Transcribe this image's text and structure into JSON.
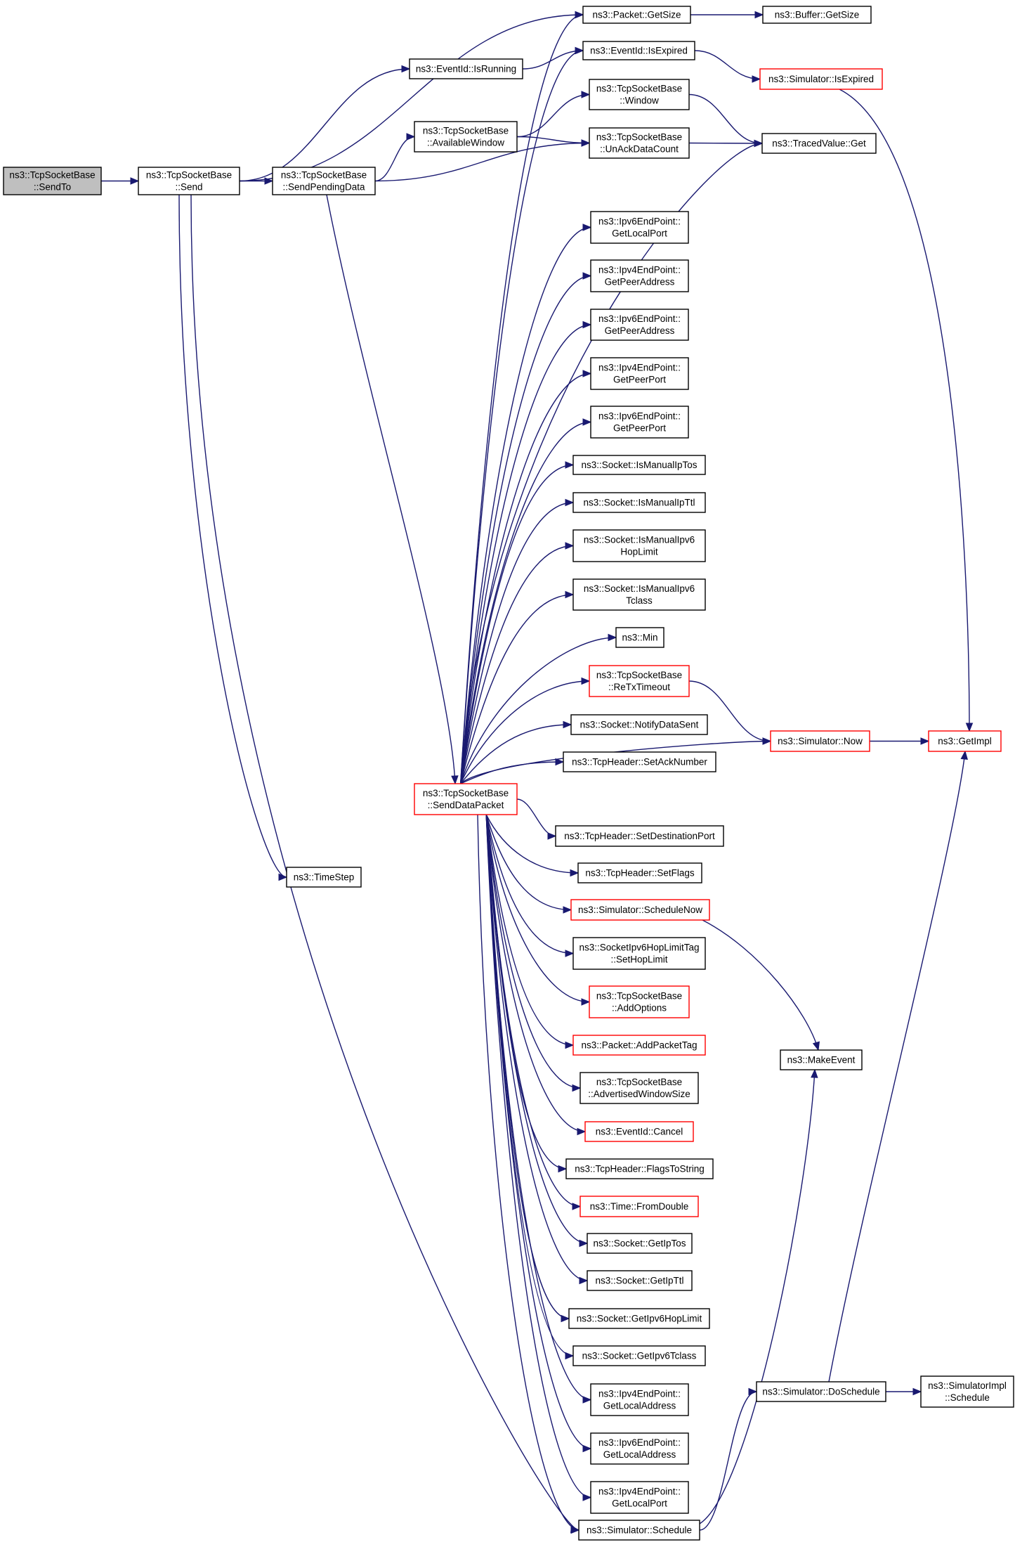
{
  "nodes": [
    {
      "id": "sendto",
      "lines": [
        "ns3::TcpSocketBase",
        "::SendTo"
      ],
      "style": "root"
    },
    {
      "id": "send",
      "lines": [
        "ns3::TcpSocketBase",
        "::Send"
      ],
      "style": "normal"
    },
    {
      "id": "sendpending",
      "lines": [
        "ns3::TcpSocketBase",
        "::SendPendingData"
      ],
      "style": "normal"
    },
    {
      "id": "getsize",
      "lines": [
        "ns3::Packet::GetSize"
      ],
      "style": "normal"
    },
    {
      "id": "buffergetsize",
      "lines": [
        "ns3::Buffer::GetSize"
      ],
      "style": "normal"
    },
    {
      "id": "isrunning",
      "lines": [
        "ns3::EventId::IsRunning"
      ],
      "style": "normal"
    },
    {
      "id": "isexpired",
      "lines": [
        "ns3::EventId::IsExpired"
      ],
      "style": "normal"
    },
    {
      "id": "simisexpired",
      "lines": [
        "ns3::Simulator::IsExpired"
      ],
      "style": "red"
    },
    {
      "id": "window",
      "lines": [
        "ns3::TcpSocketBase",
        "::Window"
      ],
      "style": "normal"
    },
    {
      "id": "availwin",
      "lines": [
        "ns3::TcpSocketBase",
        "::AvailableWindow"
      ],
      "style": "normal"
    },
    {
      "id": "unack",
      "lines": [
        "ns3::TcpSocketBase",
        "::UnAckDataCount"
      ],
      "style": "normal"
    },
    {
      "id": "tracedget",
      "lines": [
        "ns3::TracedValue::Get"
      ],
      "style": "normal"
    },
    {
      "id": "v6localport",
      "lines": [
        "ns3::Ipv6EndPoint::",
        "GetLocalPort"
      ],
      "style": "normal"
    },
    {
      "id": "v4peeraddr",
      "lines": [
        "ns3::Ipv4EndPoint::",
        "GetPeerAddress"
      ],
      "style": "normal"
    },
    {
      "id": "v6peeraddr",
      "lines": [
        "ns3::Ipv6EndPoint::",
        "GetPeerAddress"
      ],
      "style": "normal"
    },
    {
      "id": "v4peerport",
      "lines": [
        "ns3::Ipv4EndPoint::",
        "GetPeerPort"
      ],
      "style": "normal"
    },
    {
      "id": "v6peerport",
      "lines": [
        "ns3::Ipv6EndPoint::",
        "GetPeerPort"
      ],
      "style": "normal"
    },
    {
      "id": "ismaniptos",
      "lines": [
        "ns3::Socket::IsManualIpTos"
      ],
      "style": "normal"
    },
    {
      "id": "ismanipttl",
      "lines": [
        "ns3::Socket::IsManualIpTtl"
      ],
      "style": "normal"
    },
    {
      "id": "ismanv6hop",
      "lines": [
        "ns3::Socket::IsManualIpv6",
        "HopLimit"
      ],
      "style": "normal"
    },
    {
      "id": "ismanv6tclass",
      "lines": [
        "ns3::Socket::IsManualIpv6",
        "Tclass"
      ],
      "style": "normal"
    },
    {
      "id": "min",
      "lines": [
        "ns3::Min"
      ],
      "style": "normal"
    },
    {
      "id": "retx",
      "lines": [
        "ns3::TcpSocketBase",
        "::ReTxTimeout"
      ],
      "style": "red"
    },
    {
      "id": "notifysent",
      "lines": [
        "ns3::Socket::NotifyDataSent"
      ],
      "style": "normal"
    },
    {
      "id": "setack",
      "lines": [
        "ns3::TcpHeader::SetAckNumber"
      ],
      "style": "normal"
    },
    {
      "id": "simnow",
      "lines": [
        "ns3::Simulator::Now"
      ],
      "style": "red"
    },
    {
      "id": "getimpl",
      "lines": [
        "ns3::GetImpl"
      ],
      "style": "red"
    },
    {
      "id": "senddatapacket",
      "lines": [
        "ns3::TcpSocketBase",
        "::SendDataPacket"
      ],
      "style": "red"
    },
    {
      "id": "setdestport",
      "lines": [
        "ns3::TcpHeader::SetDestinationPort"
      ],
      "style": "normal"
    },
    {
      "id": "timestep",
      "lines": [
        "ns3::TimeStep"
      ],
      "style": "normal"
    },
    {
      "id": "setflags",
      "lines": [
        "ns3::TcpHeader::SetFlags"
      ],
      "style": "normal"
    },
    {
      "id": "schednow",
      "lines": [
        "ns3::Simulator::ScheduleNow"
      ],
      "style": "red"
    },
    {
      "id": "sethoplimit",
      "lines": [
        "ns3::SocketIpv6HopLimitTag",
        "::SetHopLimit"
      ],
      "style": "normal"
    },
    {
      "id": "addoptions",
      "lines": [
        "ns3::TcpSocketBase",
        "::AddOptions"
      ],
      "style": "red"
    },
    {
      "id": "addpackettag",
      "lines": [
        "ns3::Packet::AddPacketTag"
      ],
      "style": "red"
    },
    {
      "id": "makeevent",
      "lines": [
        "ns3::MakeEvent"
      ],
      "style": "normal"
    },
    {
      "id": "advwin",
      "lines": [
        "ns3::TcpSocketBase",
        "::AdvertisedWindowSize"
      ],
      "style": "normal"
    },
    {
      "id": "cancel",
      "lines": [
        "ns3::EventId::Cancel"
      ],
      "style": "red"
    },
    {
      "id": "flagstostring",
      "lines": [
        "ns3::TcpHeader::FlagsToString"
      ],
      "style": "normal"
    },
    {
      "id": "fromdouble",
      "lines": [
        "ns3::Time::FromDouble"
      ],
      "style": "red"
    },
    {
      "id": "getiptos",
      "lines": [
        "ns3::Socket::GetIpTos"
      ],
      "style": "normal"
    },
    {
      "id": "getipttl",
      "lines": [
        "ns3::Socket::GetIpTtl"
      ],
      "style": "normal"
    },
    {
      "id": "getv6hop",
      "lines": [
        "ns3::Socket::GetIpv6HopLimit"
      ],
      "style": "normal"
    },
    {
      "id": "getv6tclass",
      "lines": [
        "ns3::Socket::GetIpv6Tclass"
      ],
      "style": "normal"
    },
    {
      "id": "doschedule",
      "lines": [
        "ns3::Simulator::DoSchedule"
      ],
      "style": "normal"
    },
    {
      "id": "implschedule",
      "lines": [
        "ns3::SimulatorImpl",
        "::Schedule"
      ],
      "style": "normal"
    },
    {
      "id": "v4localaddr",
      "lines": [
        "ns3::Ipv4EndPoint::",
        "GetLocalAddress"
      ],
      "style": "normal"
    },
    {
      "id": "v6localaddr",
      "lines": [
        "ns3::Ipv6EndPoint::",
        "GetLocalAddress"
      ],
      "style": "normal"
    },
    {
      "id": "v4localport",
      "lines": [
        "ns3::Ipv4EndPoint::",
        "GetLocalPort"
      ],
      "style": "normal"
    },
    {
      "id": "schedule",
      "lines": [
        "ns3::Simulator::Schedule"
      ],
      "style": "normal"
    }
  ],
  "edges": [
    [
      "sendto",
      "send"
    ],
    [
      "send",
      "getsize"
    ],
    [
      "send",
      "isrunning"
    ],
    [
      "send",
      "sendpending"
    ],
    [
      "send",
      "timestep"
    ],
    [
      "send",
      "schedule"
    ],
    [
      "getsize",
      "buffergetsize"
    ],
    [
      "isrunning",
      "isexpired"
    ],
    [
      "isexpired",
      "simisexpired"
    ],
    [
      "simisexpired",
      "getimpl"
    ],
    [
      "sendpending",
      "availwin"
    ],
    [
      "sendpending",
      "unack"
    ],
    [
      "sendpending",
      "senddatapacket"
    ],
    [
      "availwin",
      "window"
    ],
    [
      "availwin",
      "unack"
    ],
    [
      "window",
      "tracedget"
    ],
    [
      "unack",
      "tracedget"
    ],
    [
      "retx",
      "simnow"
    ],
    [
      "simnow",
      "getimpl"
    ],
    [
      "schednow",
      "makeevent"
    ],
    [
      "schedule",
      "makeevent"
    ],
    [
      "schedule",
      "doschedule"
    ],
    [
      "doschedule",
      "getimpl"
    ],
    [
      "doschedule",
      "implschedule"
    ],
    [
      "senddatapacket",
      "getsize"
    ],
    [
      "senddatapacket",
      "isexpired"
    ],
    [
      "senddatapacket",
      "tracedget"
    ],
    [
      "senddatapacket",
      "v6localport"
    ],
    [
      "senddatapacket",
      "v4peeraddr"
    ],
    [
      "senddatapacket",
      "v6peeraddr"
    ],
    [
      "senddatapacket",
      "v4peerport"
    ],
    [
      "senddatapacket",
      "v6peerport"
    ],
    [
      "senddatapacket",
      "ismaniptos"
    ],
    [
      "senddatapacket",
      "ismanipttl"
    ],
    [
      "senddatapacket",
      "ismanv6hop"
    ],
    [
      "senddatapacket",
      "ismanv6tclass"
    ],
    [
      "senddatapacket",
      "min"
    ],
    [
      "senddatapacket",
      "retx"
    ],
    [
      "senddatapacket",
      "notifysent"
    ],
    [
      "senddatapacket",
      "setack"
    ],
    [
      "senddatapacket",
      "simnow"
    ],
    [
      "senddatapacket",
      "setdestport"
    ],
    [
      "senddatapacket",
      "setflags"
    ],
    [
      "senddatapacket",
      "schednow"
    ],
    [
      "senddatapacket",
      "sethoplimit"
    ],
    [
      "senddatapacket",
      "addoptions"
    ],
    [
      "senddatapacket",
      "addpackettag"
    ],
    [
      "senddatapacket",
      "advwin"
    ],
    [
      "senddatapacket",
      "cancel"
    ],
    [
      "senddatapacket",
      "flagstostring"
    ],
    [
      "senddatapacket",
      "fromdouble"
    ],
    [
      "senddatapacket",
      "getiptos"
    ],
    [
      "senddatapacket",
      "getipttl"
    ],
    [
      "senddatapacket",
      "getv6hop"
    ],
    [
      "senddatapacket",
      "getv6tclass"
    ],
    [
      "senddatapacket",
      "v4localaddr"
    ],
    [
      "senddatapacket",
      "v6localaddr"
    ],
    [
      "senddatapacket",
      "v4localport"
    ],
    [
      "senddatapacket",
      "schedule"
    ]
  ],
  "colors": {
    "edge": "#191970",
    "root_fill": "#bfbfbf",
    "red_border": "#ff0000",
    "border": "#000000"
  }
}
